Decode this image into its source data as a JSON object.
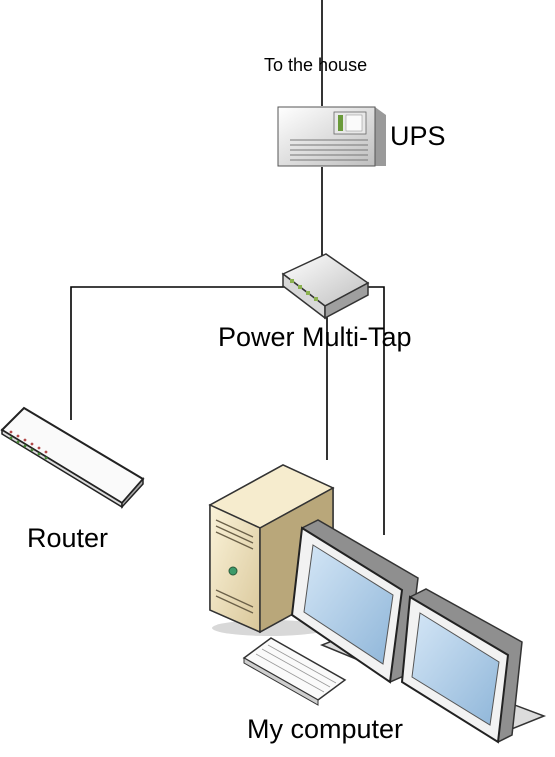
{
  "labels": {
    "to_house": "To the house",
    "ups": "UPS",
    "multi_tap": "Power Multi-Tap",
    "router": "Router",
    "computer": "My computer"
  },
  "icons": {
    "ups": "ups-icon",
    "multi_tap": "power-strip-icon",
    "router": "router-icon",
    "tower": "computer-tower-icon",
    "monitor_left": "monitor-icon",
    "monitor_right": "monitor-icon",
    "keyboard": "keyboard-icon"
  }
}
